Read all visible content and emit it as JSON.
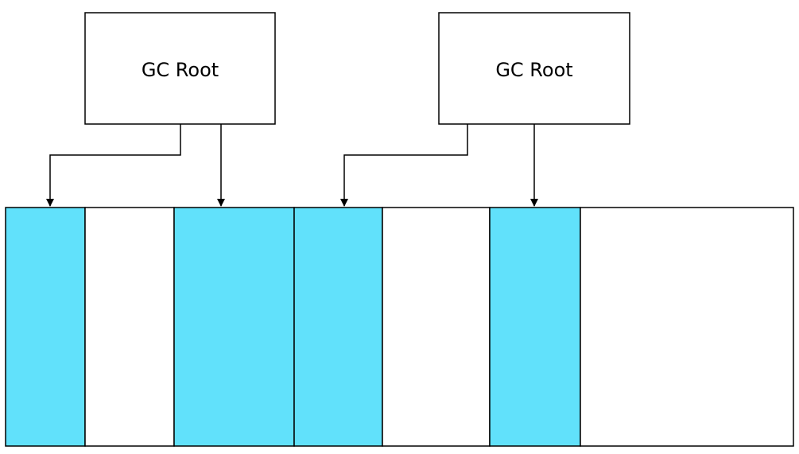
{
  "roots": [
    {
      "label": "GC Root"
    },
    {
      "label": "GC Root"
    }
  ],
  "heap": {
    "segments": [
      {
        "state": "reachable"
      },
      {
        "state": "free"
      },
      {
        "state": "reachable"
      },
      {
        "state": "reachable"
      },
      {
        "state": "free"
      },
      {
        "state": "reachable"
      },
      {
        "state": "free"
      }
    ]
  },
  "references": [
    {
      "from_root": 0,
      "to_segment": 0
    },
    {
      "from_root": 0,
      "to_segment": 2
    },
    {
      "from_root": 1,
      "to_segment": 3
    },
    {
      "from_root": 1,
      "to_segment": 5
    }
  ],
  "colors": {
    "reachable": "#61e1fb",
    "free": "#ffffff",
    "stroke": "#000000"
  }
}
